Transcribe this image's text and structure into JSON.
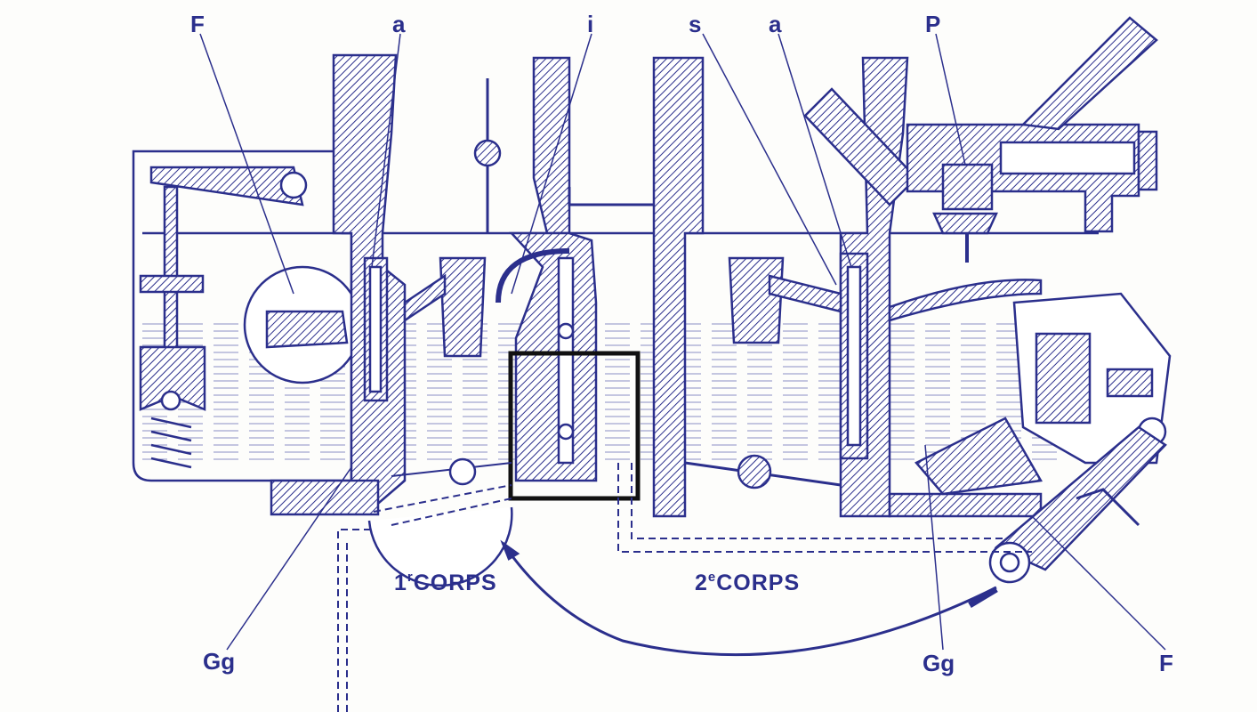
{
  "labels": {
    "f_top": "F",
    "a_left": "a",
    "i": "i",
    "s": "s",
    "a_right": "a",
    "p": "P",
    "gg_left": "Gg",
    "gg_right": "Gg",
    "f_bottom": "F"
  },
  "corps": {
    "first_num": "1",
    "first_sup": "r",
    "first_word": "CORPS",
    "second_num": "2",
    "second_sup": "e",
    "second_word": "CORPS"
  },
  "colors": {
    "ink": "#2b2f8c",
    "highlight": "#111111"
  }
}
